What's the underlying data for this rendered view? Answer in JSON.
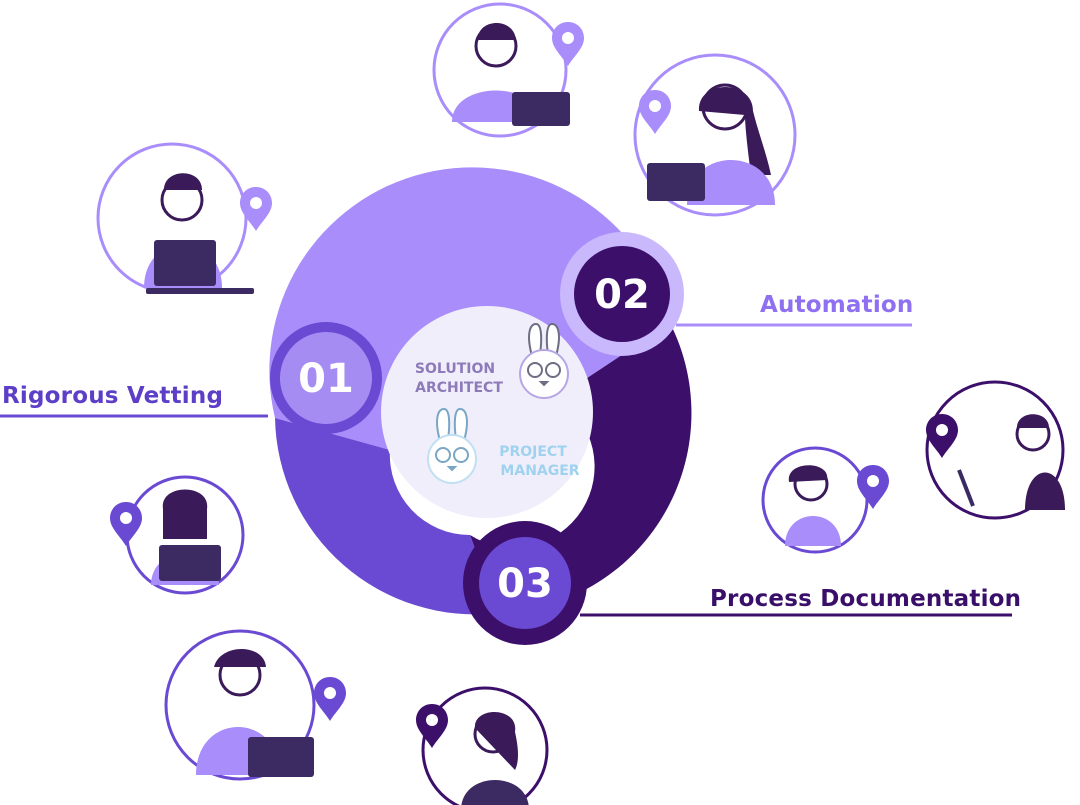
{
  "colors": {
    "light_purple": "#a98dfb",
    "mid_purple": "#6a49d3",
    "dark_purple": "#3c0f6b",
    "center_fill": "#f1eefb",
    "label_light": "#8f70f0",
    "label_mid": "#5d3ec7",
    "label_dark": "#3a0f6a",
    "role_sa": "#8d7ab8",
    "role_pm": "#9fd2ef"
  },
  "steps": [
    {
      "number": "01",
      "label": "Rigorous Vetting"
    },
    {
      "number": "02",
      "label": "Automation"
    },
    {
      "number": "03",
      "label": "Process Documentation"
    }
  ],
  "center": {
    "role_a": {
      "line1": "SOLUTION",
      "line2": "ARCHITECT"
    },
    "role_b": {
      "line1": "PROJECT",
      "line2": "MANAGER"
    }
  },
  "icons": {
    "person": "person-at-laptop-icon",
    "pin": "map-pin-icon",
    "bunny": "bunny-mascot-icon"
  }
}
